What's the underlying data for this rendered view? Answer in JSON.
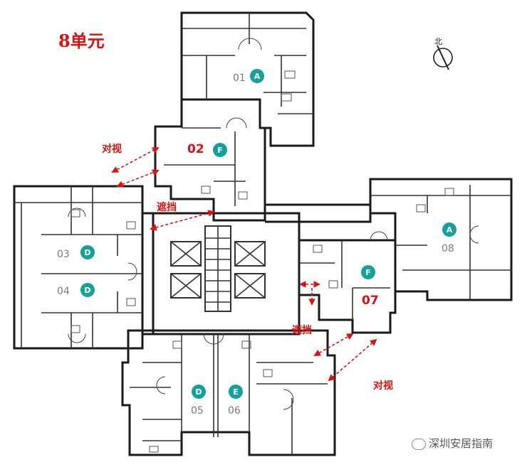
{
  "title": "8单元",
  "compass_label": "北",
  "watermark": "深圳安居指南",
  "colors": {
    "accent_red": "#e01010",
    "badge_teal": "#12a19b",
    "wall": "#1a1a1a",
    "unit_number": "#7a7a7a"
  },
  "annotations": {
    "face_to_face_1": "对视",
    "face_to_face_2": "对视",
    "block_1": "遮挡",
    "block_2": "遮挡"
  },
  "units": [
    {
      "number": "01",
      "type": "A"
    },
    {
      "number": "02",
      "type": "F"
    },
    {
      "number": "03",
      "type": "D"
    },
    {
      "number": "04",
      "type": "D"
    },
    {
      "number": "05",
      "type": "D"
    },
    {
      "number": "06",
      "type": "E"
    },
    {
      "number": "07",
      "type": "F"
    },
    {
      "number": "08",
      "type": "A"
    }
  ]
}
